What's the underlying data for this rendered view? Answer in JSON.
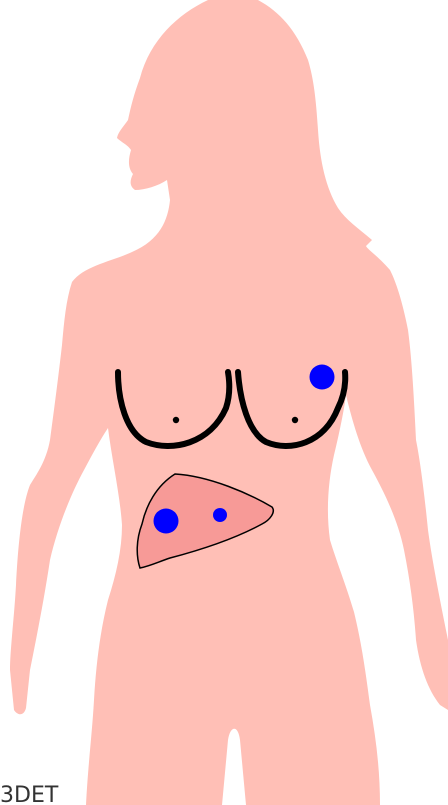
{
  "caption": "3DET",
  "colors": {
    "background": "#ffffff",
    "silhouette": "#ffbfb6",
    "liver_fill": "#f79a97",
    "outline": "#000000",
    "lesion": "#0000ff",
    "caption_text": "#333333"
  },
  "figure": {
    "subject": "female-torso-silhouette",
    "organs": [
      "breasts",
      "liver"
    ],
    "lesions": [
      {
        "organ": "breast",
        "side": "left",
        "size": "large"
      },
      {
        "organ": "liver",
        "size": "large"
      },
      {
        "organ": "liver",
        "size": "small"
      }
    ]
  }
}
